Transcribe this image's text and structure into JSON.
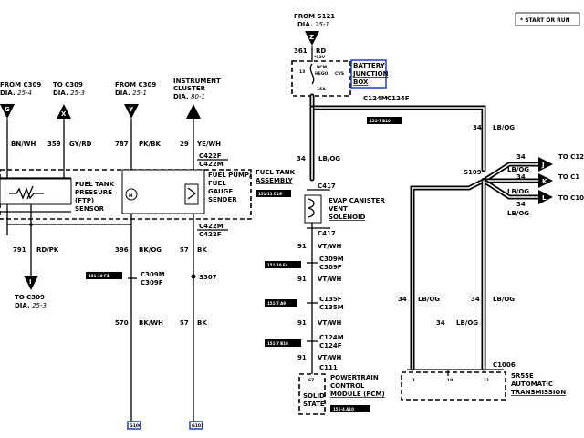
{
  "note": "* START OR RUN",
  "left": {
    "from_c309": {
      "line1": "FROM C309",
      "line2": "DIA.",
      "page": "25-4"
    },
    "to_c309_top": {
      "line1": "TO C309",
      "line2": "DIA.",
      "page": "25-3"
    },
    "from_c309_b": {
      "line1": "FROM C309",
      "line2": "DIA.",
      "page": "25-1"
    },
    "cluster": {
      "line1": "INSTRUMENT",
      "line2": "CLUSTER",
      "line3": "DIA.",
      "page": "80-1"
    },
    "conn_g": "G",
    "conn_x": "X",
    "conn_y": "Y",
    "conn_i": "I",
    "w1": "BN/WH",
    "n359": "359",
    "w359": "GY/RD",
    "n787": "787",
    "w787": "PK/BK",
    "n29": "29",
    "w29": "YE/WH",
    "c422f": "C422F",
    "c422m": "C422M",
    "ftp": {
      "l1": "FUEL TANK",
      "l2": "PRESSURE",
      "l3": "(FTP)",
      "l4": "SENSOR"
    },
    "pump": {
      "l1": "FUEL PUMP/",
      "l2": "FUEL",
      "l3": "GAUGE",
      "l4": "SENDER"
    },
    "assy": {
      "l1": "FUEL TANK",
      "l2": "ASSEMBLY"
    },
    "tag_151_11": "151-11 D16",
    "c422m_b": "C422M",
    "c422f_b": "C422F",
    "n791": "791",
    "w791": "RD/PK",
    "n396": "396",
    "w396": "BK/OG",
    "n57": "57",
    "w57": "BK",
    "to_c309_bottom": {
      "line1": "TO C309",
      "line2": "DIA.",
      "page": "25-3"
    },
    "tag_151_10": "151-10 F4",
    "c309m": "C309M",
    "c309f": "C309F",
    "s307": "S307",
    "n570": "570",
    "w570": "BK/WH",
    "n57b": "57",
    "w57b": "BK",
    "gnd1": "G100",
    "gnd2": "G101"
  },
  "center": {
    "from_s121": "FROM S121",
    "dia": "DIA.",
    "page": "25-1",
    "conn_z": "Z",
    "n361": "361",
    "w361": "RD",
    "v13": "*13V",
    "pcm1": "PCM",
    "pcm2": "HEGO",
    "pcm3": "CVS",
    "fuse_n": "13",
    "amp": "15A",
    "bjb": {
      "l1": "BATTERY",
      "l2": "JUNCTION",
      "l3": "BOX"
    },
    "c124m": "C124M",
    "c124f": "C124F",
    "tag_151_7": "151-7 B10",
    "n34": "34",
    "w34": "LB/OG",
    "c417": "C417",
    "evap": {
      "l1": "EVAP CANISTER",
      "l2": "VENT",
      "l3": "SOLENOID"
    },
    "c417b": "C417",
    "n91a": "91",
    "w91a": "VT/WH",
    "c309m": "C309M",
    "c309f": "C309F",
    "tag_151_10": "151-10 F4",
    "n91b": "91",
    "w91b": "VT/WH",
    "c135f": "C135F",
    "c135m": "C135M",
    "tag_151_7a": "151-7 A9",
    "n91c": "91",
    "w91c": "VT/WH",
    "c124m_b": "C124M",
    "c124f_b": "C124F",
    "tag_151_7b": "151-7 B10",
    "n91d": "91",
    "w91d": "VT/WH",
    "c111": "C111",
    "pin67": "67",
    "pt": {
      "l1": "POWERTRAIN",
      "l2": "CONTROL",
      "l3": "MODULE (PCM)"
    },
    "solid": {
      "l1": "SOLID",
      "l2": "STATE"
    },
    "tag_151_4": "151-4 A10"
  },
  "right": {
    "n34": "34",
    "w34": "LB/OG",
    "s109": "S109",
    "out1": {
      "n": "34",
      "w": "LB/OG",
      "to": "TO C12"
    },
    "out2": {
      "n": "34",
      "w": "LB/OG",
      "to": "TO C1"
    },
    "out3": {
      "n": "34",
      "w": "LB/OG",
      "to": "TO C10"
    },
    "conn_j": "J",
    "conn_k": "K",
    "conn_l": "L",
    "n34a": "34",
    "w34a": "LB/OG",
    "n34b": "34",
    "w34b": "LB/OG",
    "c1006": "C1006",
    "trans": {
      "l1": "5R55E",
      "l2": "AUTOMATIC",
      "l3": "TRANSMISSION"
    },
    "pin1": "1",
    "pin10": "10",
    "pin11": "11"
  }
}
